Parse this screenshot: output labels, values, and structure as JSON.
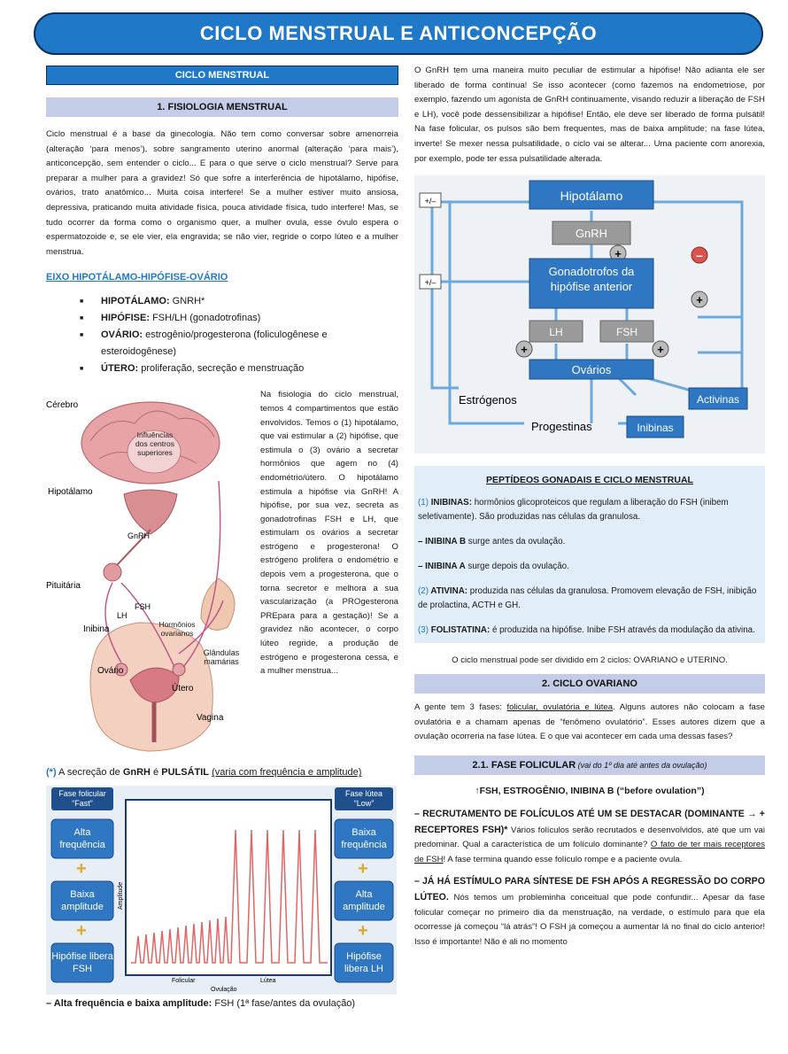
{
  "page_title": "CICLO MENSTRUAL E ANTICONCEPÇÃO",
  "left": {
    "section_header": "CICLO MENSTRUAL",
    "subsection_header": "1. FISIOLOGIA MENSTRUAL",
    "intro": "Ciclo menstrual é a base da ginecologia. Não tem como conversar sobre amenorreia (alteração ‘para menos’), sobre sangramento uterino anormal (alteração ‘para mais’), anticoncepção, sem entender o ciclo... E para o que serve o ciclo menstrual? Serve para preparar a mulher para a gravidez! Só que sofre a interferência de hipotálamo, hipófise, ovários, trato anatômico... Muita coisa interfere! Se a mulher estiver muito ansiosa, depressiva, praticando muita atividade física, pouca atividade física, tudo interfere! Mas, se tudo ocorrer da forma como o organismo quer, a mulher ovula, esse óvulo espera o espermatozoide e, se ele vier, ela engravida; se não vier, regride o corpo lúteo e a mulher menstrua.",
    "axis_title": "EIXO HIPOTÁLAMO-HIPÓFISE-OVÁRIO",
    "axis_items": [
      {
        "label": "HIPOTÁLAMO:",
        "text": " GNRH*"
      },
      {
        "label": "HIPÓFISE:",
        "text": " FSH/LH (gonadotrofinas)"
      },
      {
        "label": "OVÁRIO:",
        "text": " estrogênio/progesterona (foliculogênese e esteroidogênese)"
      },
      {
        "label": "ÚTERO:",
        "text": " proliferação, secreção e menstruação"
      }
    ],
    "figure_labels": {
      "cerebro": "Cérebro",
      "influencias": "Influências dos centros superiores",
      "hipotalamo": "Hipotálamo",
      "gnrh": "GnRH",
      "pituitaria": "Pituitária",
      "fsh": "FSH",
      "lh": "LH",
      "inibina": "Inibina",
      "hormonios": "Hormônios ovarianos",
      "ovario": "Ovário",
      "glandulas": "Glândulas mamárias",
      "utero": "Útero",
      "vagina": "Vagina"
    },
    "figure_text": "Na fisiologia do ciclo menstrual, temos 4 compartimentos que estão envolvidos. Temos o (1) hipotálamo, que vai estimular a (2) hipófise, que estimula o (3) ovário a secretar hormônios que agem no (4) endométrio/útero. O hipotálamo estimula a hipófise via GnRH! A hipófise, por sua vez, secreta as gonadotrofinas FSH e LH, que estimulam os ovários a secretar estrógeno e progesterona! O estrógeno prolifera o endométrio e depois vem a progesterona, que o torna secretor e melhora a sua vascularização (a PROgesterona PREpara para a gestação)! Se a gravidez não acontecer, o corpo lúteo regride, a produção de estrógeno e progesterona cessa, e a mulher menstrua...",
    "pulse_mark": "(*)",
    "pulse_text_a": " A secreção de ",
    "pulse_bold1": "GnRH",
    "pulse_text_b": " é ",
    "pulse_bold2": "PULSÁTIL",
    "pulse_text_c": " ",
    "pulse_underline": "(varia com frequência e amplitude)",
    "pulse_chart": {
      "left_title": "Fase folicular “Fast”",
      "right_title": "Fase lútea “Low”",
      "left_boxes": [
        "Alta frequência",
        "Baixa amplitude",
        "Hipófise libera FSH"
      ],
      "right_boxes": [
        "Baixa frequência",
        "Alta amplitude",
        "Hipófise libera LH"
      ],
      "x_folicular": "Folicular",
      "x_lutea": "Lútea",
      "x_ovulacao": "Ovulação",
      "y_label": "Amplitude"
    },
    "bottom_text_bold": "– Alta frequência e baixa amplitude:",
    "bottom_text": " FSH (1ª fase/antes da ovulação)"
  },
  "right": {
    "gnrh_text": "O GnRH tem uma maneira muito peculiar de estimular a hipófise! Não adianta ele ser liberado de forma contínua! Se isso acontecer (como fazemos na endometriose, por exemplo, fazendo um agonista de GnRH continuamente, visando reduzir a liberação de FSH e LH), você pode dessensibilizar a hipófise! Então, ele deve ser liberado de forma pulsátil! Na fase folicular, os pulsos são bem frequentes, mas de baixa amplitude; na fase lútea, inverte! Se mexer nessa pulsatilidade, o ciclo vai se alterar... Uma paciente com anorexia, por exemplo, pode ter essa pulsatilidade alterada.",
    "diagram": {
      "hipotalamo": "Hipotálamo",
      "gnrh": "GnRH",
      "gonadotrofos": "Gonadotrofos da hipófise anterior",
      "lh": "LH",
      "fsh": "FSH",
      "ovarios": "Ovários",
      "estrogenos": "Estrógenos",
      "progestinas": "Progestinas",
      "inibinas": "Inibinas",
      "activinas": "Activinas",
      "plusminus": "+/–",
      "plus": "+",
      "minus": "–"
    },
    "peptides_title": "PEPTÍDEOS GONADAIS E CICLO MENSTRUAL",
    "peptides": [
      {
        "num": "(1)",
        "bold": " INIBINAS:",
        "text": " hormônios glicoproteicos que regulam a liberação do FSH (inibem seletivamente). São produzidas nas células da granulosa."
      },
      {
        "num": "",
        "bold": "– INIBINA B",
        "text": " surge antes da ovulação."
      },
      {
        "num": "",
        "bold": "– INIBINA A",
        "text": " surge depois da ovulação."
      },
      {
        "num": "(2)",
        "bold": " ATIVINA:",
        "text": " produzida nas células da granulosa. Promovem elevação de FSH, inibição de prolactina, ACTH e GH."
      },
      {
        "num": "(3)",
        "bold": " FOLISTATINA:",
        "text": " é produzida na hipófise. Inibe FSH através da modulação da ativina."
      }
    ],
    "cycle_note": "O ciclo menstrual pode ser dividido em 2 ciclos: OVARIANO e UTERINO.",
    "ovarian_header": "2. CICLO OVARIANO",
    "ovarian_text_a": "A gente tem 3 fases: ",
    "ovarian_text_u": "folicular, ovulatória e lútea",
    "ovarian_text_b": ". Alguns autores não colocam a fase ovulatória e a chamam apenas de “fenômeno ovulatório”. Esses autores dizem que a ovulação ocorreria na fase lútea. E o que vai acontecer em cada uma dessas fases?",
    "follicular_header": "2.1. FASE FOLICULAR",
    "follicular_header_note": " (vai do 1º dia até antes da ovulação)",
    "follicular_key": "↑FSH, ESTROGÊNIO, INIBINA B (“before ovulation”)",
    "recruit_bold": "– RECRUTAMENTO DE FOLÍCULOS ATÉ UM SE DESTACAR (DOMINANTE → + RECEPTORES FSH)*",
    "recruit_text": " Vários folículos serão recrutados e desenvolvidos, até que um vai predominar. Qual a característica de um folículo dominante? ",
    "recruit_u": "O fato de ter mais receptores de FSH",
    "recruit_text2": "! A fase termina quando esse folículo rompe e a paciente ovula.",
    "stim_bold": "– JÁ HÁ ESTÍMULO PARA SÍNTESE DE FSH APÓS A REGRESSÃO DO CORPO LÚTEO.",
    "stim_text": " Nós temos um probleminha conceitual que pode confundir... Apesar da fase folicular começar no primeiro dia da menstruação, na verdade, o estímulo para que ela ocorresse já começou “lá atrás”! O FSH já começou a aumentar lá no final do ciclo anterior! Isso é importante! Não é ali no momento"
  }
}
